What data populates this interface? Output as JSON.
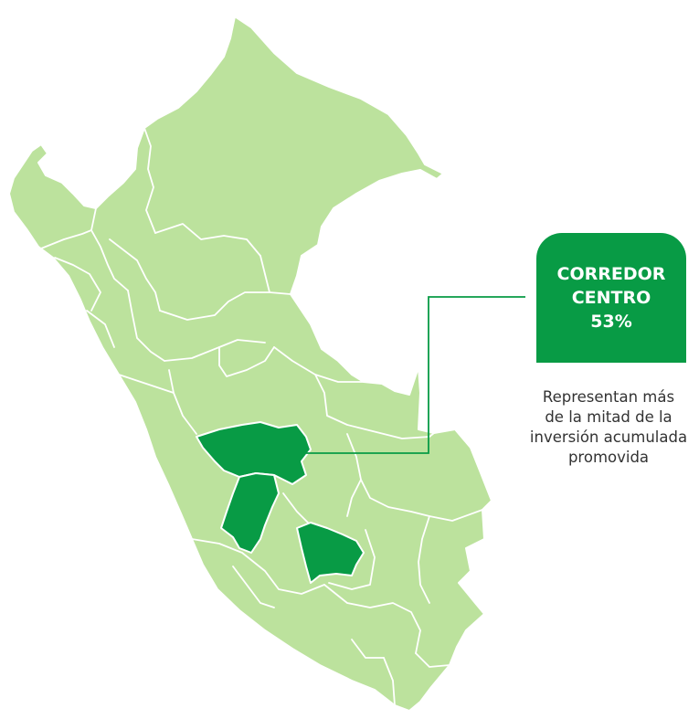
{
  "colors": {
    "background": "#ffffff",
    "region_default": "#bce29d",
    "region_highlight": "#089b45",
    "border": "#ffffff",
    "callout_box": "#089b45",
    "connector_line": "#089b45",
    "description_text": "#333333"
  },
  "callout": {
    "title_line1": "CORREDOR",
    "title_line2": "CENTRO",
    "percentage": "53%",
    "description_lines": [
      "Representan más",
      "de la mitad de la",
      "inversión acumulada",
      "promovida"
    ]
  },
  "regions": {
    "highlighted_count": 3,
    "highlight_group": "Corredor Centro"
  }
}
